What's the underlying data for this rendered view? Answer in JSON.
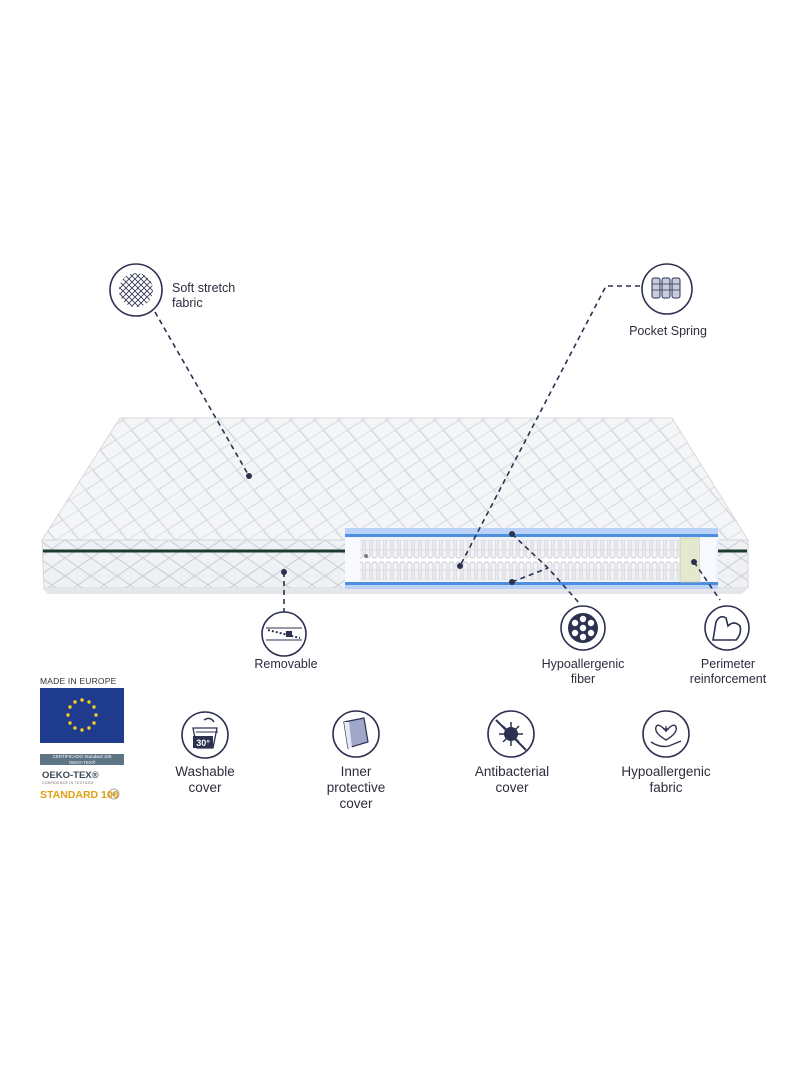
{
  "callouts": {
    "soft_stretch": [
      "Soft stretch",
      "fabric"
    ],
    "pocket_spring": "Pocket Spring",
    "removable": "Removable",
    "hypoallergenic_fiber": [
      "Hypoallergenic",
      "fiber"
    ],
    "perimeter": [
      "Perimeter",
      "reinforcement"
    ]
  },
  "features": {
    "washable": [
      "Washable",
      "cover"
    ],
    "inner_protective": [
      "Inner",
      "protective",
      "cover"
    ],
    "antibacterial": [
      "Antibacterial",
      "cover"
    ],
    "hypoallergenic_fabric": [
      "Hypoallergenic",
      "fabric"
    ],
    "wash_temp": "30°"
  },
  "badges": {
    "made_in": "MADE IN EUROPE",
    "cert_line1": "CERTIFICADO Standard 100",
    "cert_line2": "OEKO-TEX®",
    "oeko_tex": "OEKO-TEX®",
    "oeko_tagline": "CONFIDENCE IN TEXTILES",
    "standard": "STANDARD 100"
  },
  "colors": {
    "ink": "#2d3150",
    "eu_blue": "#1f3b8e",
    "eu_star": "#f5d020",
    "piping": "#1d3a2f",
    "layer_blue": "#4f8fe0",
    "standard_gold": "#e1a012"
  },
  "icons": [
    "quilted-fabric-icon",
    "pocket-spring-icon",
    "zipper-icon",
    "fiber-balls-icon",
    "perimeter-arm-icon",
    "wash-30-icon",
    "inner-cover-icon",
    "antibacterial-icon",
    "hypoallergenic-hand-heart-icon",
    "eu-flag",
    "oeko-tex-seal"
  ]
}
